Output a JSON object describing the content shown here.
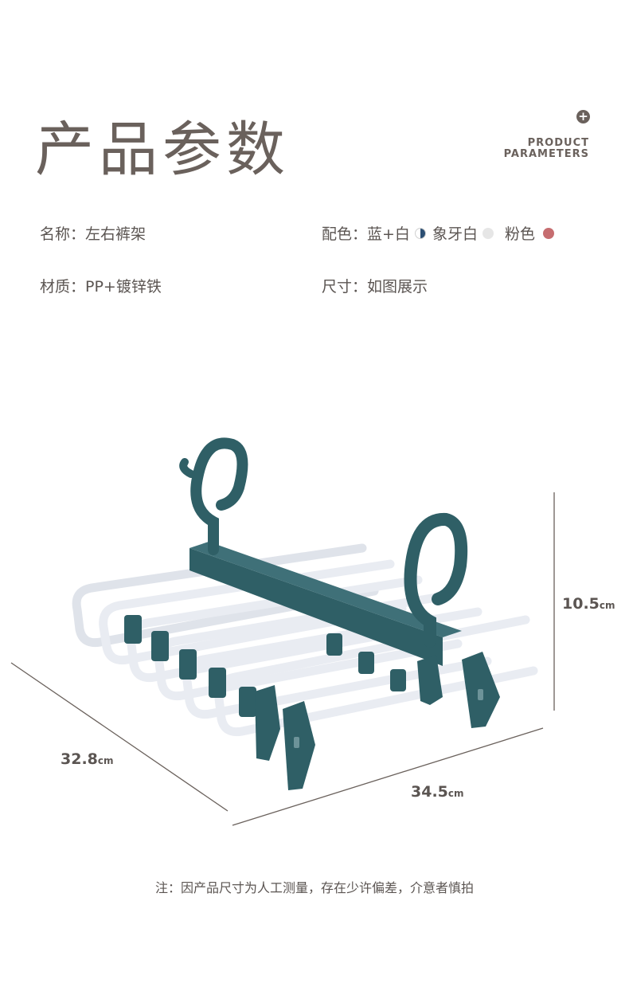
{
  "header": {
    "title": "产品参数",
    "en_line1": "PRODUCT",
    "en_line2": "PARAMETERS",
    "plus_glyph": "+"
  },
  "specs": {
    "name": "名称：左右裤架",
    "colors_label": "配色：",
    "color1": "蓝+白",
    "color2": "象牙白",
    "color3": "粉色",
    "material": "材质：PP+镀锌铁",
    "size": "尺寸：如图展示"
  },
  "swatches": {
    "blue": "#2c4f73",
    "ivory": "#e6e6e6",
    "pink": "#c66d70"
  },
  "dimensions": {
    "height_value": "10.5",
    "depth_value": "32.8",
    "width_value": "34.5",
    "unit": "cm"
  },
  "footer_note": "注：因产品尺寸为人工测量，存在少许偏差，介意者慎拍",
  "colors": {
    "hanger_teal": "#2f5f66",
    "rod_white": "#eef0f4",
    "text": "#5b5552"
  }
}
